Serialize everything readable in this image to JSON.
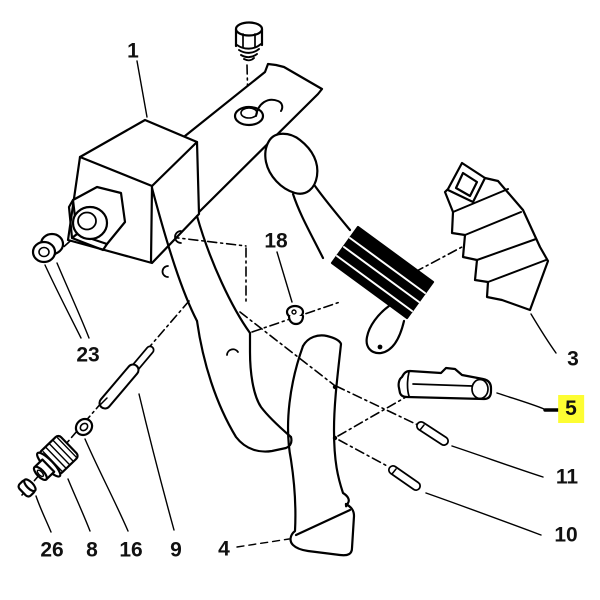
{
  "diagram": {
    "type": "exploded-parts-diagram",
    "subject": "pedal-assembly",
    "background_color": "#ffffff",
    "line_color": "#000000",
    "highlight_color": "#fdfd32",
    "labels": [
      {
        "text": "1",
        "highlighted": false
      },
      {
        "text": "18",
        "highlighted": false
      },
      {
        "text": "3",
        "highlighted": false
      },
      {
        "text": "5",
        "highlighted": true
      },
      {
        "text": "11",
        "highlighted": false
      },
      {
        "text": "10",
        "highlighted": false
      },
      {
        "text": "23",
        "highlighted": false
      },
      {
        "text": "26",
        "highlighted": false
      },
      {
        "text": "8",
        "highlighted": false
      },
      {
        "text": "16",
        "highlighted": false
      },
      {
        "text": "9",
        "highlighted": false
      },
      {
        "text": "4",
        "highlighted": false
      }
    ]
  }
}
